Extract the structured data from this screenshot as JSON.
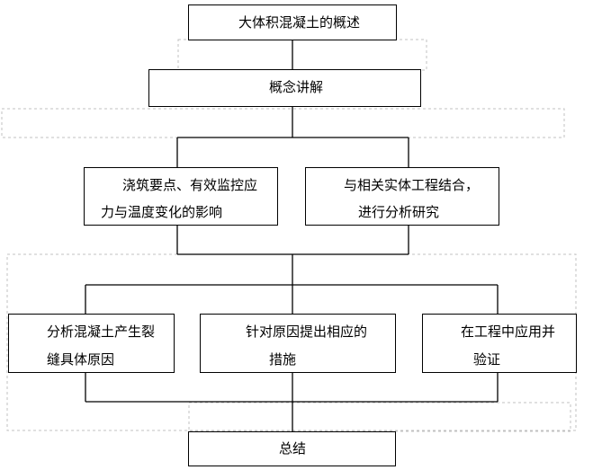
{
  "diagram": {
    "nodes": {
      "overview": {
        "line1": "大体积混凝土的概述"
      },
      "concept": {
        "line1": "概念讲解"
      },
      "pouring": {
        "line1": "浇筑要点、有效监控应",
        "line2": "力与温度变化的影响"
      },
      "engineering": {
        "line1": "与相关实体工程结合，",
        "line2": "进行分析研究"
      },
      "cracks": {
        "line1": "分析混凝土产生裂",
        "line2": "缝具体原因"
      },
      "measures": {
        "line1": "针对原因提出相应的",
        "line2": "措施"
      },
      "verify": {
        "line1": "在工程中应用并",
        "line2": "验证"
      },
      "summary": {
        "line1": "总结"
      }
    },
    "colors": {
      "box_border": "#000000",
      "connector": "#000000",
      "dashed_guide": "#c0c0c0",
      "background": "#ffffff"
    }
  }
}
